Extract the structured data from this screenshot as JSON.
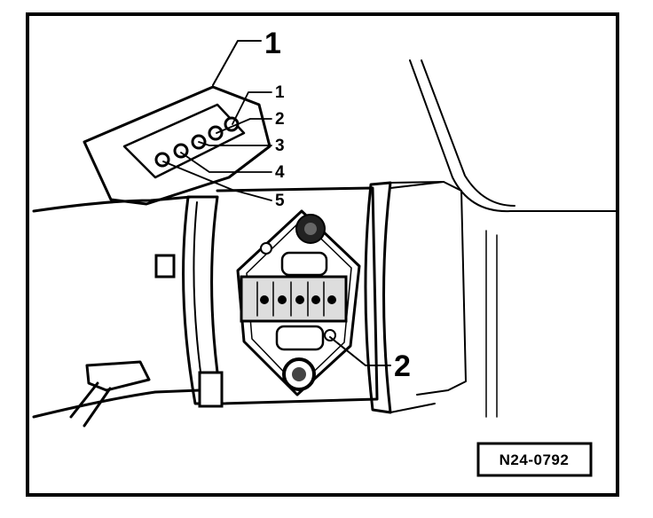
{
  "callouts": {
    "connector": "1",
    "sensor": "2",
    "pins": [
      "1",
      "2",
      "3",
      "4",
      "5"
    ]
  },
  "reference_code": "N24-0792"
}
